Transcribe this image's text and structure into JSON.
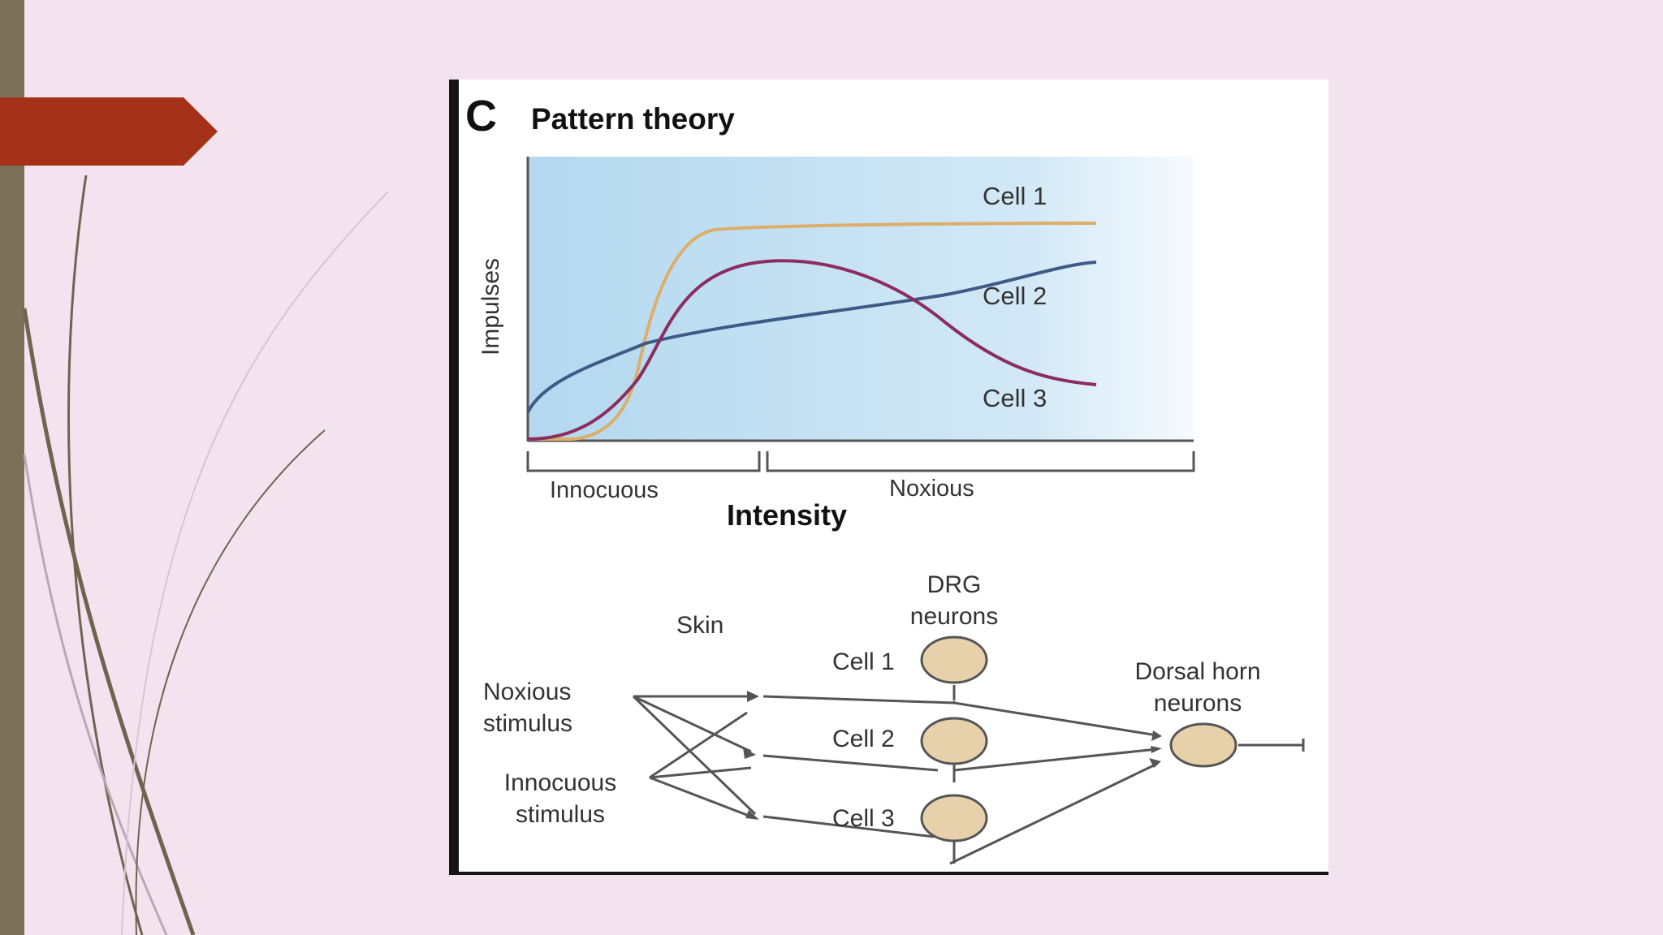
{
  "slide": {
    "colors": {
      "background": "#f3e3ef",
      "left_bar": "#7a7158",
      "arrow": "#a53118",
      "deco_lines": "#6d6550"
    }
  },
  "figure": {
    "panel_letter": "C",
    "title": "Pattern theory",
    "graph": {
      "ylabel": "Impulses",
      "xlabel": "Intensity",
      "regions": [
        "Innocuous",
        "Noxious"
      ],
      "cell_labels": [
        "Cell 1",
        "Cell 2",
        "Cell 3"
      ],
      "colors": {
        "cell1": "#dcae6a",
        "cell2": "#3f5a86",
        "cell3": "#8b2d5f"
      }
    },
    "diagram": {
      "skin": "Skin",
      "drg_line1": "DRG",
      "drg_line2": "neurons",
      "dorsal_line1": "Dorsal horn",
      "dorsal_line2": "neurons",
      "noxious_line1": "Noxious",
      "noxious_line2": "stimulus",
      "innocuous_line1": "Innocuous",
      "innocuous_line2": "stimulus",
      "cells": [
        "Cell 1",
        "Cell 2",
        "Cell 3"
      ]
    }
  }
}
